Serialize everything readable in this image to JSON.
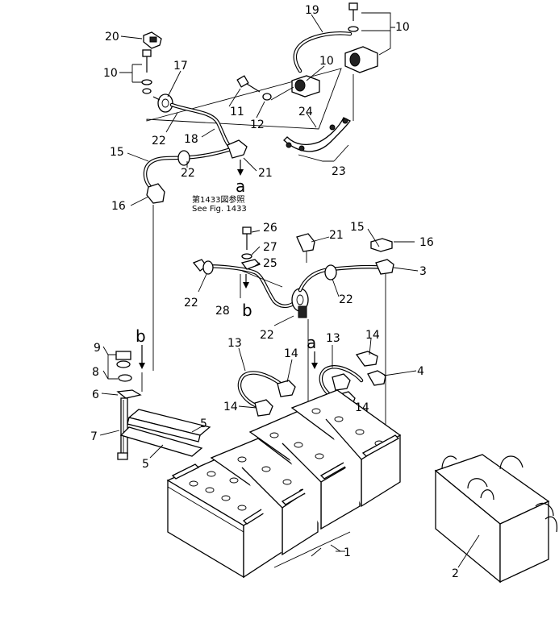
{
  "figure_reference": {
    "jp_text": "第1433図参照",
    "en_text": "See Fig. 1433"
  },
  "view_markers": {
    "a": "a",
    "b": "b"
  },
  "callouts": [
    {
      "id": "c20",
      "text": "20"
    },
    {
      "id": "c19",
      "text": "19"
    },
    {
      "id": "c10a",
      "text": "10"
    },
    {
      "id": "c10b",
      "text": "10"
    },
    {
      "id": "c10c",
      "text": "10"
    },
    {
      "id": "c17",
      "text": "17"
    },
    {
      "id": "c11",
      "text": "11"
    },
    {
      "id": "c12",
      "text": "12"
    },
    {
      "id": "c24",
      "text": "24"
    },
    {
      "id": "c22a",
      "text": "22"
    },
    {
      "id": "c18",
      "text": "18"
    },
    {
      "id": "c15a",
      "text": "15"
    },
    {
      "id": "c22b",
      "text": "22"
    },
    {
      "id": "c21a",
      "text": "21"
    },
    {
      "id": "c23",
      "text": "23"
    },
    {
      "id": "c16a",
      "text": "16"
    },
    {
      "id": "c26",
      "text": "26"
    },
    {
      "id": "c27",
      "text": "27"
    },
    {
      "id": "c25",
      "text": "25"
    },
    {
      "id": "c21b",
      "text": "21"
    },
    {
      "id": "c15b",
      "text": "15"
    },
    {
      "id": "c16b",
      "text": "16"
    },
    {
      "id": "c3",
      "text": "3"
    },
    {
      "id": "c22c",
      "text": "22"
    },
    {
      "id": "c28",
      "text": "28"
    },
    {
      "id": "c22d",
      "text": "22"
    },
    {
      "id": "c22e",
      "text": "22"
    },
    {
      "id": "c9",
      "text": "9"
    },
    {
      "id": "c13a",
      "text": "13"
    },
    {
      "id": "c13b",
      "text": "13"
    },
    {
      "id": "c14a",
      "text": "14"
    },
    {
      "id": "c14b",
      "text": "14"
    },
    {
      "id": "c4",
      "text": "4"
    },
    {
      "id": "c8",
      "text": "8"
    },
    {
      "id": "c6",
      "text": "6"
    },
    {
      "id": "c14c",
      "text": "14"
    },
    {
      "id": "c14d",
      "text": "14"
    },
    {
      "id": "c5a",
      "text": "5"
    },
    {
      "id": "c7",
      "text": "7"
    },
    {
      "id": "c5b",
      "text": "5"
    },
    {
      "id": "c1",
      "text": "1"
    },
    {
      "id": "c2",
      "text": "2"
    }
  ]
}
